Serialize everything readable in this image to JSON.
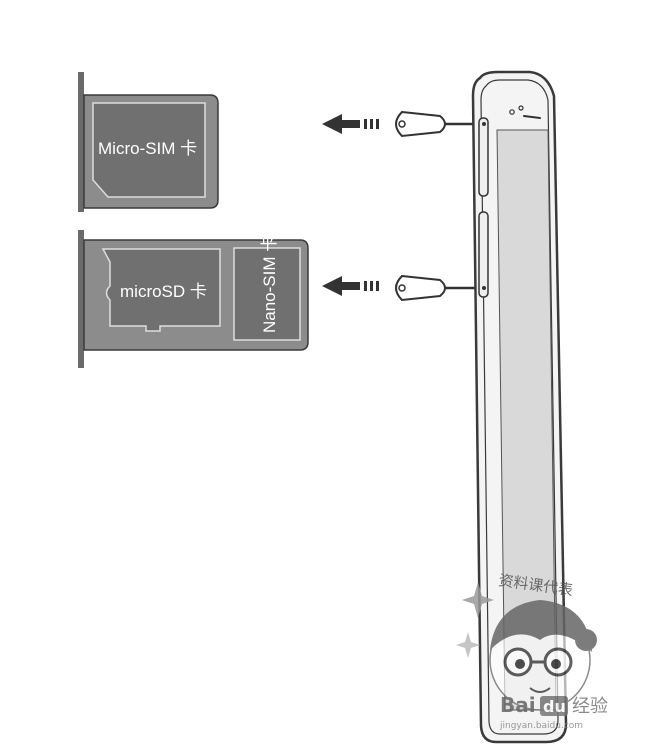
{
  "labels": {
    "micro_sim": "Micro-SIM 卡",
    "microsd": "microSD 卡",
    "nano_sim": "Nano-SIM 卡"
  },
  "watermark": {
    "caption": "资料课代表",
    "brand_left": "Bai",
    "brand_du": "du",
    "brand_right": "经验",
    "url": "jingyan.baidu.com"
  },
  "colors": {
    "tray_frame": "#8c8c8c",
    "card_fill": "#6f6f6f",
    "outline": "#3a3a3a",
    "phone_screen": "#d9d9d9"
  }
}
